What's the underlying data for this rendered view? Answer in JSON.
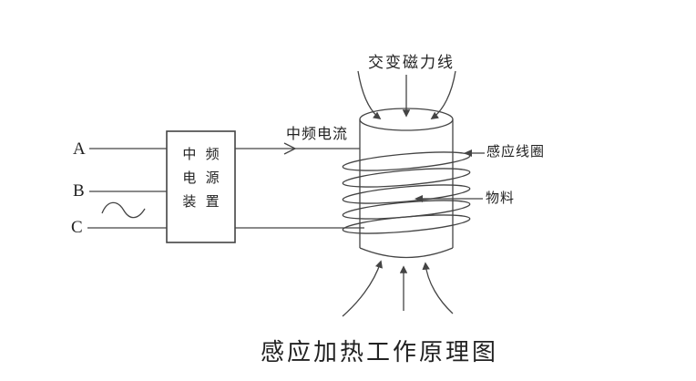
{
  "title": "感应加热工作原理图",
  "phases": {
    "a": "A",
    "b": "B",
    "c": "C"
  },
  "power_box": {
    "rows": [
      "中 频",
      "电 源",
      "装 置"
    ]
  },
  "labels": {
    "current": "中频电流",
    "flux": "交变磁力线",
    "coil": "感应线圈",
    "material": "物料"
  },
  "colors": {
    "line": "#444444",
    "text": "#222222",
    "background": "#ffffff"
  }
}
